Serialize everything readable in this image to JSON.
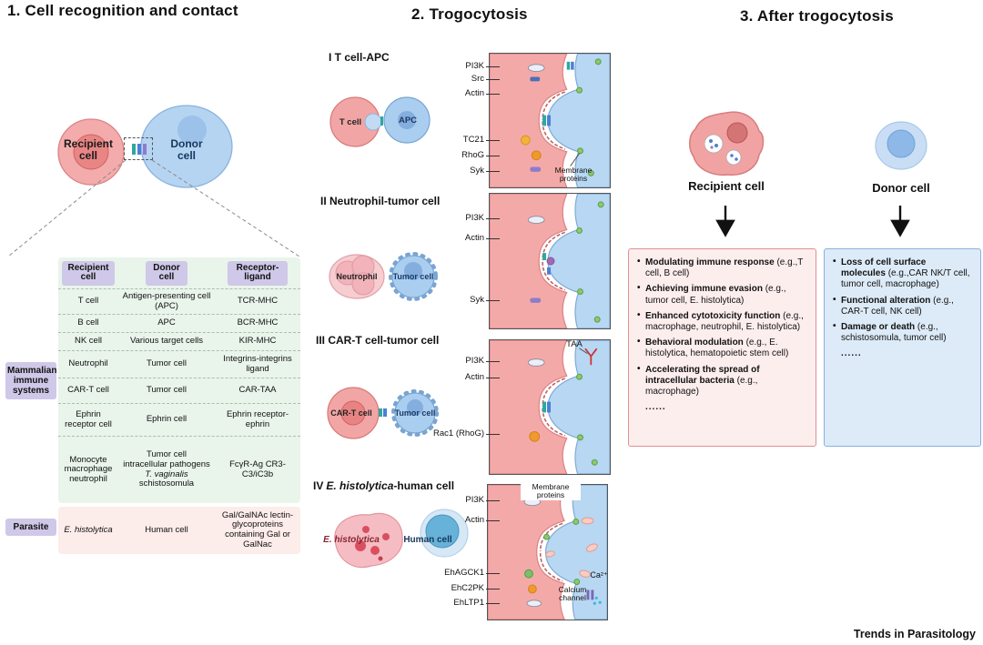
{
  "meta": {
    "journal": "Trends in Parasitology"
  },
  "s1": {
    "title": "1. Cell recognition and contact",
    "recipient": "Recipient cell",
    "donor": "Donor cell",
    "groups": {
      "mammalian": "Mammalian immune systems",
      "parasite": "Parasite"
    },
    "headers": {
      "recipient": "Recipient cell",
      "donor": "Donor cell",
      "ligand": "Receptor-ligand"
    },
    "rows": [
      {
        "r": "T cell",
        "d": "Antigen-presenting cell (APC)",
        "l": "TCR-MHC"
      },
      {
        "r": "B cell",
        "d": "APC",
        "l": "BCR-MHC"
      },
      {
        "r": "NK cell",
        "d": "Various target cells",
        "l": "KIR-MHC"
      },
      {
        "r": "Neutrophil",
        "d": "Tumor cell",
        "l": "Integrins-integrins ligand"
      },
      {
        "r": "CAR-T cell",
        "d": "Tumor cell",
        "l": "CAR-TAA"
      },
      {
        "r": "Ephrin receptor cell",
        "d": "Ephrin cell",
        "l": "Ephrin receptor-ephrin"
      },
      {
        "r": "Monocyte macrophage neutrophil",
        "d1": "Tumor cell",
        "d2": "intracellular pathogens",
        "d3": "T. vaginalis",
        "d4": "schistosomula",
        "l": "FcγR-Ag CR3-C3/iC3b"
      },
      {
        "r": "E. histolytica",
        "d": "Human cell",
        "l": "Gal/GalNAc lectin-glycoproteins containing Gal or GalNac"
      }
    ]
  },
  "s2": {
    "title": "2. Trogocytosis",
    "p1": {
      "heading": "I T cell-APC",
      "left": "T cell",
      "right": "APC",
      "labels": {
        "pi3k": "PI3K",
        "src": "Src",
        "actin": "Actin",
        "tc21": "TC21",
        "rhog": "RhoG",
        "syk": "Syk",
        "membrane": "Membrane proteins"
      }
    },
    "p2": {
      "heading": "II Neutrophil-tumor cell",
      "left": "Neutrophil",
      "right": "Tumor cell",
      "labels": {
        "pi3k": "PI3K",
        "actin": "Actin",
        "syk": "Syk"
      }
    },
    "p3": {
      "heading": "III CAR-T cell-tumor cell",
      "left": "CAR-T cell",
      "right": "Tumor cell",
      "labels": {
        "pi3k": "PI3K",
        "actin": "Actin",
        "rac1": "Rac1 (RhoG)",
        "taa": "TAA"
      }
    },
    "p4": {
      "heading_num": "IV",
      "heading_species": "E. histolytica",
      "heading_rest": "-human cell",
      "left": "E. histolytica",
      "right": "Human cell",
      "labels": {
        "pi3k": "PI3K",
        "actin": "Actin",
        "ehagck1": "EhAGCK1",
        "ehc2pk": "EhC2PK",
        "ehltp1": "EhLTP1",
        "membrane": "Membrane proteins",
        "calcium": "Calcium channel",
        "ca": "Ca²⁺"
      }
    }
  },
  "s3": {
    "title": "3. After trogocytosis",
    "recipient": "Recipient cell",
    "donor": "Donor cell",
    "recipient_box": [
      {
        "t": "Modulating immune response",
        "d": "(e.g.,T cell, B cell)"
      },
      {
        "t": "Achieving immune evasion",
        "d": "(e.g., tumor cell, E. histolytica)"
      },
      {
        "t": "Enhanced cytotoxicity function",
        "d": "(e.g., macrophage, neutrophil, E. histolytica)"
      },
      {
        "t": "Behavioral modulation",
        "d": "(e.g., E. histolytica, hematopoietic stem cell)"
      },
      {
        "t": "Accelerating the spread of intracellular bacteria",
        "d": "(e.g., macrophage)"
      }
    ],
    "recipient_more": "......",
    "donor_box": [
      {
        "t": "Loss of cell surface molecules",
        "d": "(e.g.,CAR NK/T cell,  tumor cell, macrophage)"
      },
      {
        "t": "Functional alteration",
        "d": "(e.g., CAR-T cell, NK cell)"
      },
      {
        "t": "Damage or death",
        "d": "(e.g., schistosomula,  tumor cell)"
      }
    ],
    "donor_more": "......"
  }
}
